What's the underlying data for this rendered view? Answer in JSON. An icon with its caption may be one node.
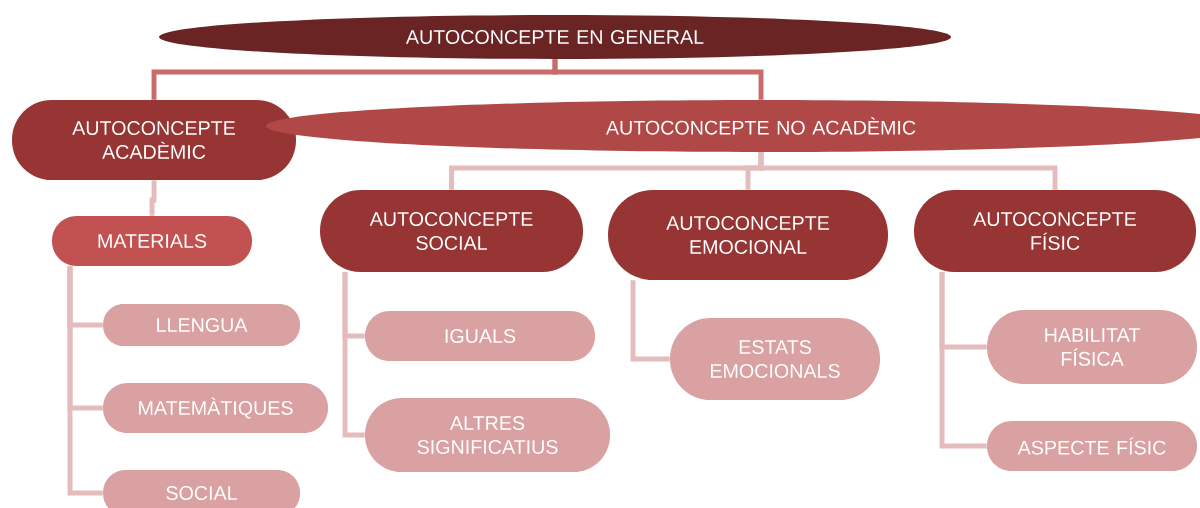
{
  "diagram": {
    "nodes": [
      {
        "text": [
          "AUTOCONCEPTE EN GENERAL"
        ]
      },
      {
        "text": [
          "AUTOCONCEPTE ACADÈMIC"
        ]
      },
      {
        "text": [
          "AUTOCONCEPTE NO ACADÈMIC"
        ]
      },
      {
        "text": [
          "MATERIALS"
        ]
      },
      {
        "text": [
          "LLENGUA"
        ]
      },
      {
        "text": [
          "MATEMÀTIQUES"
        ]
      },
      {
        "text": [
          "SOCIAL"
        ]
      },
      {
        "text": [
          "AUTOCONCEPTE SOCIAL"
        ]
      },
      {
        "text": [
          "AUTOCONCEPTE EMOCIONAL"
        ]
      },
      {
        "text": [
          "AUTOCONCEPTE FÍSIC"
        ]
      },
      {
        "text": [
          "IGUALS"
        ]
      },
      {
        "text": [
          "ALTRES SIGNIFICATIUS"
        ]
      },
      {
        "text": [
          "ESTATS EMOCIONALS"
        ]
      },
      {
        "text": [
          "HABILITAT FÍSICA"
        ]
      },
      {
        "text": [
          "ASPECTE FÍSIC"
        ]
      }
    ],
    "edges": [
      {
        "from": 0,
        "to": 1,
        "arrow": "none",
        "color": "#c96b6b"
      },
      {
        "from": 0,
        "to": 2,
        "arrow": "none",
        "color": "#c96b6b"
      },
      {
        "from": 1,
        "to": 3,
        "arrow": "none"
      },
      {
        "from": 3,
        "to": 4,
        "arrow": "none"
      },
      {
        "from": 3,
        "to": 5,
        "arrow": "none"
      },
      {
        "from": 3,
        "to": 6,
        "arrow": "none"
      },
      {
        "from": 2,
        "to": 7,
        "arrow": "none"
      },
      {
        "from": 2,
        "to": 8,
        "arrow": "none"
      },
      {
        "from": 2,
        "to": 9,
        "arrow": "none"
      },
      {
        "from": 7,
        "to": 10,
        "arrow": "none"
      },
      {
        "from": 7,
        "to": 11,
        "arrow": "none"
      },
      {
        "from": 8,
        "to": 12,
        "arrow": "none"
      },
      {
        "from": 9,
        "to": 13,
        "arrow": "none"
      },
      {
        "from": 9,
        "to": 14,
        "arrow": "none"
      }
    ]
  }
}
